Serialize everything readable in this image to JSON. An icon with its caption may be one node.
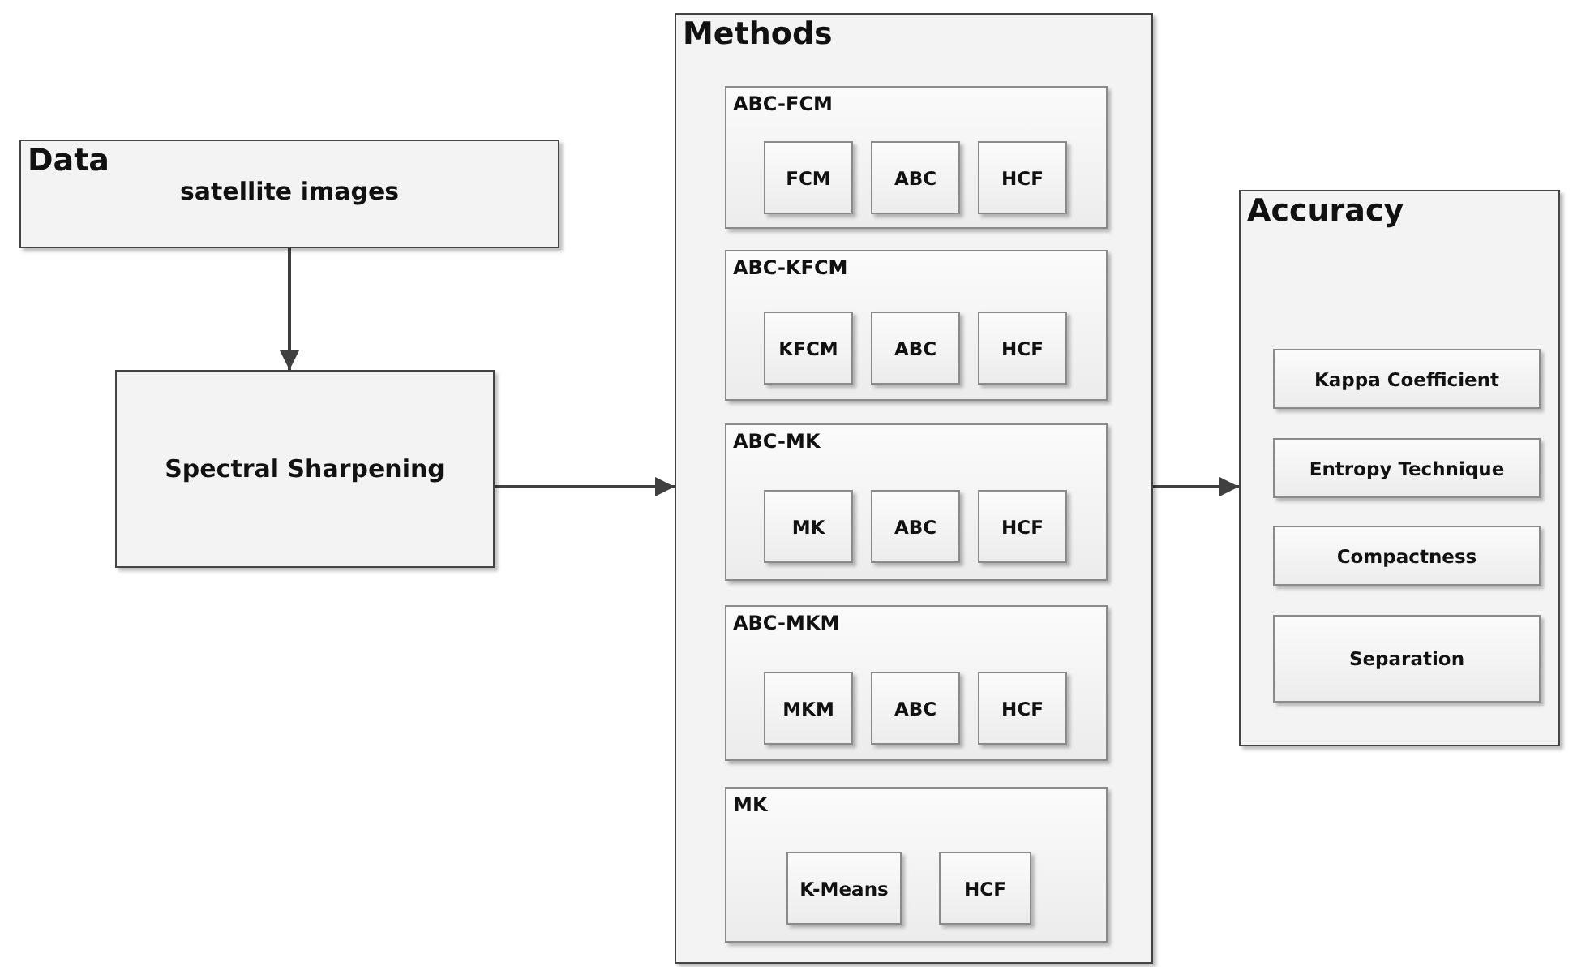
{
  "diagram": {
    "nodes": [
      {
        "text": [
          "Data",
          "satellite images"
        ]
      },
      {
        "text": [
          "Spectral Sharpening"
        ]
      },
      {
        "text": [
          "Methods"
        ]
      },
      {
        "text": [
          "ABC-FCM"
        ],
        "in": 2
      },
      {
        "text": [
          "FCM"
        ],
        "in": 3
      },
      {
        "text": [
          "ABC"
        ],
        "in": 3
      },
      {
        "text": [
          "HCF"
        ],
        "in": 3
      },
      {
        "text": [
          "ABC-KFCM"
        ],
        "in": 2
      },
      {
        "text": [
          "KFCM"
        ],
        "in": 7
      },
      {
        "text": [
          "ABC"
        ],
        "in": 7
      },
      {
        "text": [
          "HCF"
        ],
        "in": 7
      },
      {
        "text": [
          "ABC-MK"
        ],
        "in": 2
      },
      {
        "text": [
          "MK"
        ],
        "in": 11
      },
      {
        "text": [
          "ABC"
        ],
        "in": 11
      },
      {
        "text": [
          "HCF"
        ],
        "in": 11
      },
      {
        "text": [
          "ABC-MKM"
        ],
        "in": 2
      },
      {
        "text": [
          "MKM"
        ],
        "in": 15
      },
      {
        "text": [
          "ABC"
        ],
        "in": 15
      },
      {
        "text": [
          "HCF"
        ],
        "in": 15
      },
      {
        "text": [
          "MK"
        ],
        "in": 2
      },
      {
        "text": [
          "K-Means"
        ],
        "in": 19
      },
      {
        "text": [
          "HCF"
        ],
        "in": 19
      },
      {
        "text": [
          "Accuracy"
        ]
      },
      {
        "text": [
          "Kappa Coefficient"
        ],
        "in": 22
      },
      {
        "text": [
          "Entropy Technique"
        ],
        "in": 22
      },
      {
        "text": [
          "Compactness"
        ],
        "in": 22
      },
      {
        "text": [
          "Separation"
        ],
        "in": 22
      }
    ],
    "edges": [
      {
        "from": 0,
        "to": 1,
        "arrow": "to"
      },
      {
        "from": 1,
        "to": 2,
        "arrow": "to"
      },
      {
        "from": 2,
        "to": 22,
        "arrow": "to"
      }
    ]
  }
}
